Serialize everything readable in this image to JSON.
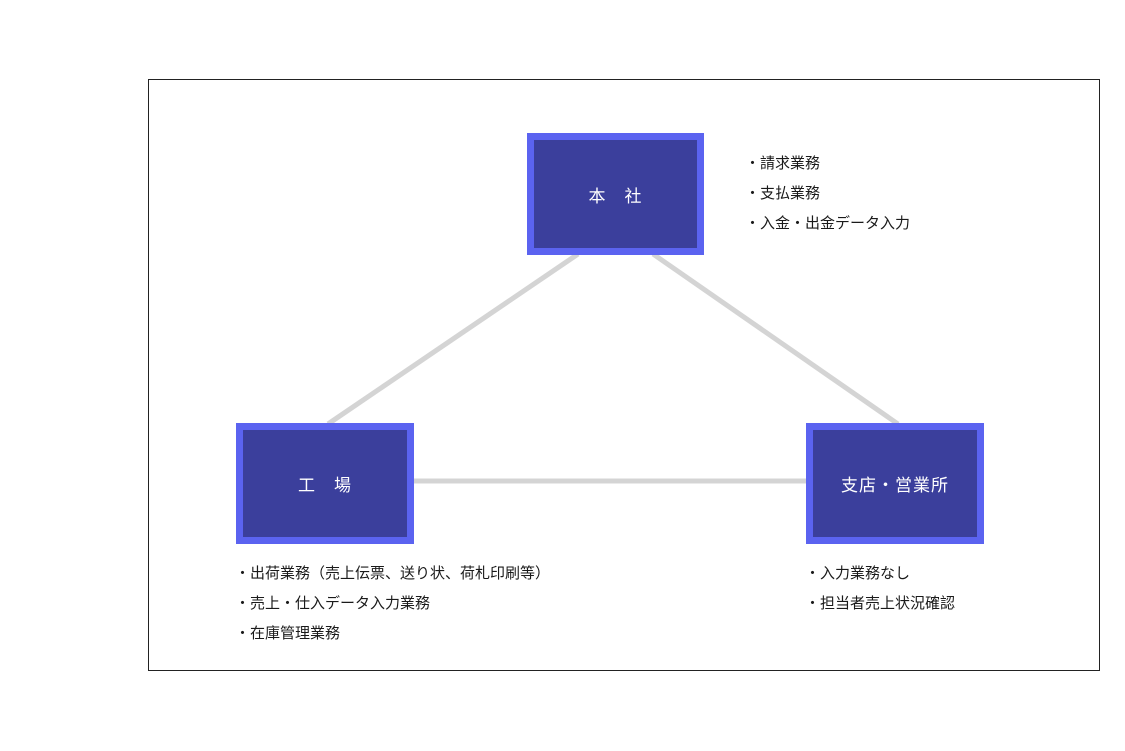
{
  "nodes": {
    "headquarters": {
      "label": "本　社",
      "tasks": [
        "請求業務",
        "支払業務",
        "入金・出金データ入力"
      ]
    },
    "factory": {
      "label": "工　場",
      "tasks": [
        "出荷業務（売上伝票、送り状、荷札印刷等）",
        "売上・仕入データ入力業務",
        "在庫管理業務"
      ]
    },
    "branch": {
      "label": "支店・営業所",
      "tasks": [
        "入力業務なし",
        "担当者売上状況確認"
      ]
    }
  },
  "colors": {
    "node_fill": "#3b3f9c",
    "node_border": "#5b63f0",
    "node_text": "#ffffff",
    "connector": "#d4d4d4",
    "frame_border": "#222222"
  }
}
